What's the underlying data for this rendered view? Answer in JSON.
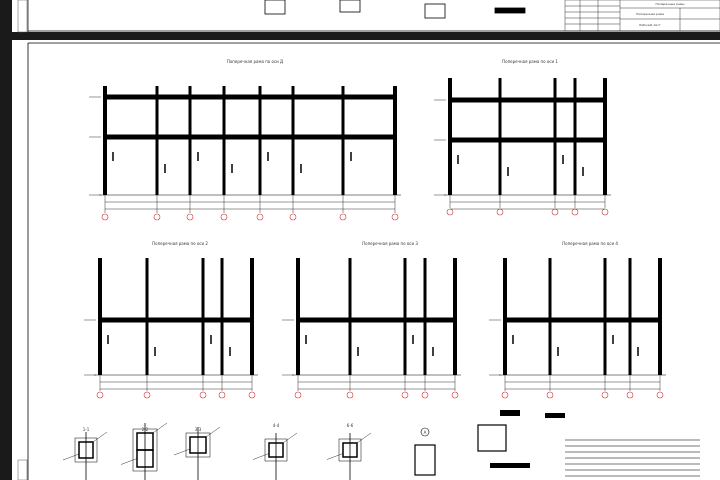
{
  "viewer": {
    "background_color": "#1a1a1a",
    "sheet_color": "#ffffff",
    "line_color": "#000000",
    "axis_marker_color": "#d03030"
  },
  "previous_sheet": {
    "title_block": {
      "rows": [
        "Поперечные рамы",
        "Поперечная рама",
        "Рабочий лист"
      ]
    }
  },
  "sheet": {
    "frames": [
      {
        "title": "Поперечная рама по оси  Д"
      },
      {
        "title": "Поперечная рама по оси  1"
      },
      {
        "title": "Поперечная рама по оси  2"
      },
      {
        "title": "Поперечная рама по оси  3"
      },
      {
        "title": "Поперечная рама по оси  4"
      }
    ],
    "sections": [
      "1-1",
      "2-2",
      "3-3",
      "4-4",
      "6-6"
    ],
    "detail_marker": "А"
  }
}
